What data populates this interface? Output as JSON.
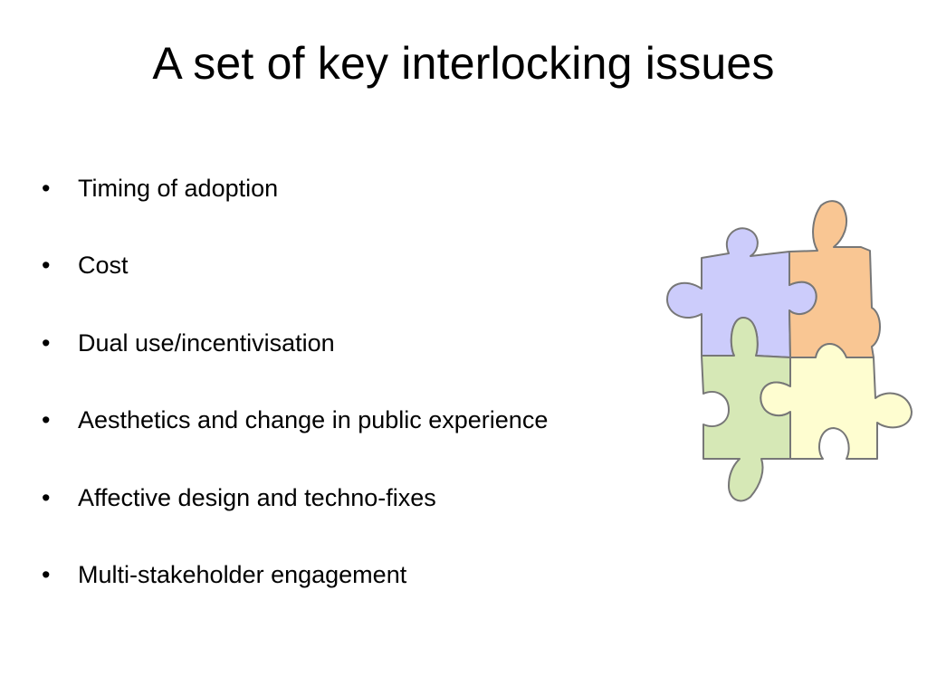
{
  "slide": {
    "title": "A set of key interlocking issues",
    "bullet_symbol": "•",
    "bullets": [
      "Timing of adoption",
      "Cost",
      "Dual use/incentivisation",
      "Aesthetics and change in public experience",
      "Affective design and techno-fixes",
      "Multi-stakeholder engagement"
    ]
  },
  "puzzle_image": {
    "icon": "puzzle-pieces-icon",
    "colors": {
      "lavender": "#ccccfb",
      "orange": "#f9c693",
      "green": "#d6e8b6",
      "yellow": "#fefdd0",
      "outline": "#777777"
    }
  }
}
